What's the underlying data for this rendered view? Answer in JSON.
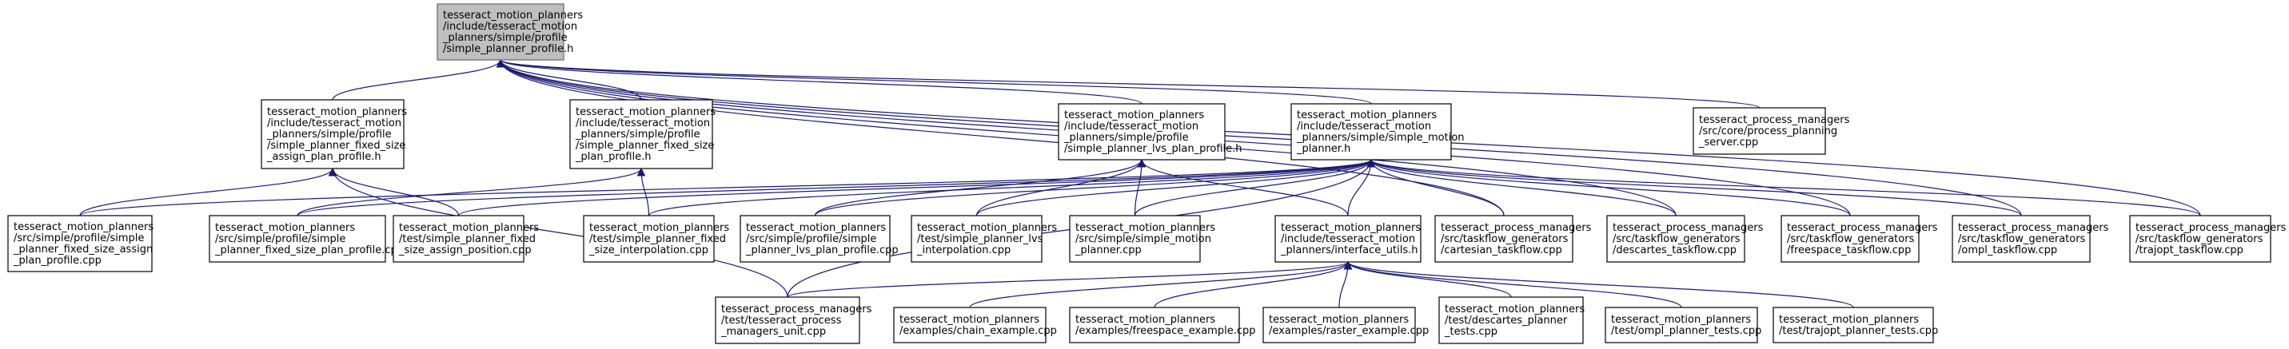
{
  "colors": {
    "edge": "#191970",
    "node_border": "#000000",
    "root_fill": "#bfbfbf",
    "background": "#ffffff"
  },
  "nodes": [
    {
      "id": "root",
      "root": true,
      "lines": [
        "tesseract_motion_planners",
        "/include/tesseract_motion",
        "_planners/simple/profile",
        "/simple_planner_profile.h"
      ]
    },
    {
      "id": "n_fixed_size_assign_h",
      "lines": [
        "tesseract_motion_planners",
        "/include/tesseract_motion",
        "_planners/simple/profile",
        "/simple_planner_fixed_size",
        "_assign_plan_profile.h"
      ]
    },
    {
      "id": "n_fixed_size_h",
      "lines": [
        "tesseract_motion_planners",
        "/include/tesseract_motion",
        "_planners/simple/profile",
        "/simple_planner_fixed_size",
        "_plan_profile.h"
      ]
    },
    {
      "id": "n_lvs_h",
      "lines": [
        "tesseract_motion_planners",
        "/include/tesseract_motion",
        "_planners/simple/profile",
        "/simple_planner_lvs_plan_profile.h"
      ]
    },
    {
      "id": "n_simple_motion_h",
      "lines": [
        "tesseract_motion_planners",
        "/include/tesseract_motion",
        "_planners/simple/simple_motion",
        "_planner.h"
      ]
    },
    {
      "id": "n_process_planning_server",
      "lines": [
        "tesseract_process_managers",
        "/src/core/process_planning",
        "_server.cpp"
      ]
    },
    {
      "id": "n_fixed_size_assign_cpp",
      "lines": [
        "tesseract_motion_planners",
        "/src/simple/profile/simple",
        "_planner_fixed_size_assign",
        "_plan_profile.cpp"
      ]
    },
    {
      "id": "n_fixed_size_cpp",
      "lines": [
        "tesseract_motion_planners",
        "/src/simple/profile/simple",
        "_planner_fixed_size_plan_profile.cpp"
      ]
    },
    {
      "id": "n_test_fixed_size_assign",
      "lines": [
        "tesseract_motion_planners",
        "/test/simple_planner_fixed",
        "_size_assign_position.cpp"
      ]
    },
    {
      "id": "n_test_fixed_size_interp",
      "lines": [
        "tesseract_motion_planners",
        "/test/simple_planner_fixed",
        "_size_interpolation.cpp"
      ]
    },
    {
      "id": "n_lvs_cpp",
      "lines": [
        "tesseract_motion_planners",
        "/src/simple/profile/simple",
        "_planner_lvs_plan_profile.cpp"
      ]
    },
    {
      "id": "n_test_lvs_interp",
      "lines": [
        "tesseract_motion_planners",
        "/test/simple_planner_lvs",
        "_interpolation.cpp"
      ]
    },
    {
      "id": "n_simple_motion_cpp",
      "lines": [
        "tesseract_motion_planners",
        "/src/simple/simple_motion",
        "_planner.cpp"
      ]
    },
    {
      "id": "n_interface_utils_h",
      "lines": [
        "tesseract_motion_planners",
        "/include/tesseract_motion",
        "_planners/interface_utils.h"
      ]
    },
    {
      "id": "n_cartesian_taskflow",
      "lines": [
        "tesseract_process_managers",
        "/src/taskflow_generators",
        "/cartesian_taskflow.cpp"
      ]
    },
    {
      "id": "n_descartes_taskflow",
      "lines": [
        "tesseract_process_managers",
        "/src/taskflow_generators",
        "/descartes_taskflow.cpp"
      ]
    },
    {
      "id": "n_freespace_taskflow",
      "lines": [
        "tesseract_process_managers",
        "/src/taskflow_generators",
        "/freespace_taskflow.cpp"
      ]
    },
    {
      "id": "n_ompl_taskflow",
      "lines": [
        "tesseract_process_managers",
        "/src/taskflow_generators",
        "/ompl_taskflow.cpp"
      ]
    },
    {
      "id": "n_trajopt_taskflow",
      "lines": [
        "tesseract_process_managers",
        "/src/taskflow_generators",
        "/trajopt_taskflow.cpp"
      ]
    },
    {
      "id": "n_pm_unit",
      "lines": [
        "tesseract_process_managers",
        "/test/tesseract_process",
        "_managers_unit.cpp"
      ]
    },
    {
      "id": "n_chain_example",
      "lines": [
        "tesseract_motion_planners",
        "/examples/chain_example.cpp"
      ]
    },
    {
      "id": "n_freespace_example",
      "lines": [
        "tesseract_motion_planners",
        "/examples/freespace_example.cpp"
      ]
    },
    {
      "id": "n_raster_example",
      "lines": [
        "tesseract_motion_planners",
        "/examples/raster_example.cpp"
      ]
    },
    {
      "id": "n_descartes_tests",
      "lines": [
        "tesseract_motion_planners",
        "/test/descartes_planner",
        "_tests.cpp"
      ]
    },
    {
      "id": "n_ompl_tests",
      "lines": [
        "tesseract_motion_planners",
        "/test/ompl_planner_tests.cpp"
      ]
    },
    {
      "id": "n_trajopt_tests",
      "lines": [
        "tesseract_motion_planners",
        "/test/trajopt_planner_tests.cpp"
      ]
    }
  ],
  "edges": [
    [
      "n_fixed_size_assign_h",
      "root"
    ],
    [
      "n_fixed_size_h",
      "root"
    ],
    [
      "n_lvs_h",
      "root"
    ],
    [
      "n_simple_motion_h",
      "root"
    ],
    [
      "n_process_planning_server",
      "root"
    ],
    [
      "n_cartesian_taskflow",
      "root"
    ],
    [
      "n_descartes_taskflow",
      "root"
    ],
    [
      "n_freespace_taskflow",
      "root"
    ],
    [
      "n_ompl_taskflow",
      "root"
    ],
    [
      "n_trajopt_taskflow",
      "root"
    ],
    [
      "n_fixed_size_assign_cpp",
      "n_fixed_size_assign_h"
    ],
    [
      "n_test_fixed_size_assign",
      "n_fixed_size_assign_h"
    ],
    [
      "n_pm_unit",
      "n_fixed_size_assign_h"
    ],
    [
      "n_fixed_size_cpp",
      "n_fixed_size_h"
    ],
    [
      "n_test_fixed_size_interp",
      "n_fixed_size_h"
    ],
    [
      "n_lvs_cpp",
      "n_lvs_h"
    ],
    [
      "n_test_lvs_interp",
      "n_lvs_h"
    ],
    [
      "n_simple_motion_cpp",
      "n_lvs_h"
    ],
    [
      "n_interface_utils_h",
      "n_lvs_h"
    ],
    [
      "n_fixed_size_assign_cpp",
      "n_simple_motion_h"
    ],
    [
      "n_fixed_size_cpp",
      "n_simple_motion_h"
    ],
    [
      "n_test_fixed_size_assign",
      "n_simple_motion_h"
    ],
    [
      "n_test_fixed_size_interp",
      "n_simple_motion_h"
    ],
    [
      "n_lvs_cpp",
      "n_simple_motion_h"
    ],
    [
      "n_test_lvs_interp",
      "n_simple_motion_h"
    ],
    [
      "n_simple_motion_cpp",
      "n_simple_motion_h"
    ],
    [
      "n_interface_utils_h",
      "n_simple_motion_h"
    ],
    [
      "n_cartesian_taskflow",
      "n_simple_motion_h"
    ],
    [
      "n_descartes_taskflow",
      "n_simple_motion_h"
    ],
    [
      "n_freespace_taskflow",
      "n_simple_motion_h"
    ],
    [
      "n_ompl_taskflow",
      "n_simple_motion_h"
    ],
    [
      "n_trajopt_taskflow",
      "n_simple_motion_h"
    ],
    [
      "n_pm_unit",
      "n_simple_motion_h"
    ],
    [
      "n_pm_unit",
      "n_interface_utils_h"
    ],
    [
      "n_chain_example",
      "n_interface_utils_h"
    ],
    [
      "n_freespace_example",
      "n_interface_utils_h"
    ],
    [
      "n_raster_example",
      "n_interface_utils_h"
    ],
    [
      "n_descartes_tests",
      "n_interface_utils_h"
    ],
    [
      "n_ompl_tests",
      "n_interface_utils_h"
    ],
    [
      "n_trajopt_tests",
      "n_interface_utils_h"
    ]
  ]
}
